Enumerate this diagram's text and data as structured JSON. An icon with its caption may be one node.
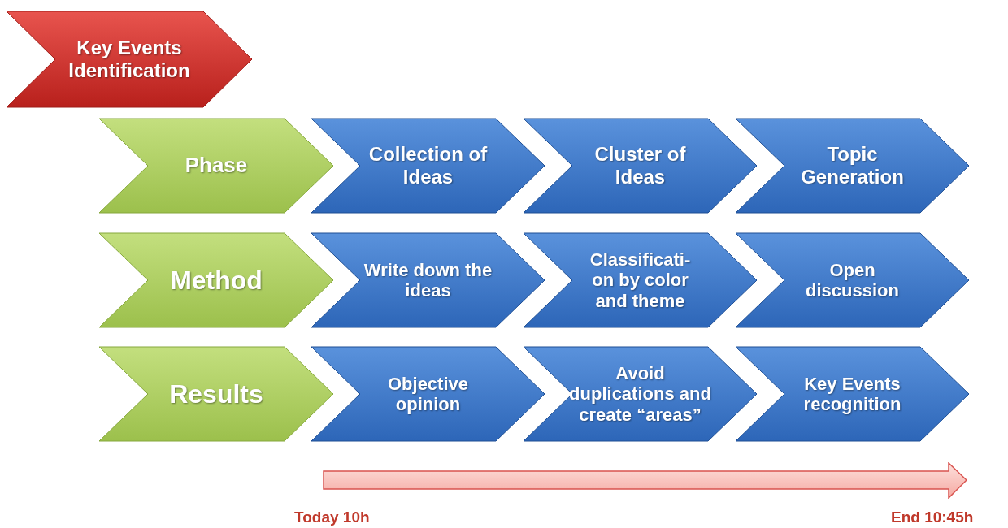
{
  "diagram": {
    "nodes": [
      {
        "text": [
          "Key Events Identification"
        ]
      },
      {
        "text": [
          "Phase"
        ]
      },
      {
        "text": [
          "Collection of Ideas"
        ]
      },
      {
        "text": [
          "Cluster of Ideas"
        ]
      },
      {
        "text": [
          "Topic Generation"
        ]
      },
      {
        "text": [
          "Method"
        ]
      },
      {
        "text": [
          "Write down the ideas"
        ]
      },
      {
        "text": [
          "Classificati- on by color and theme"
        ]
      },
      {
        "text": [
          "Open discussion"
        ]
      },
      {
        "text": [
          "Results"
        ]
      },
      {
        "text": [
          "Objective opinion"
        ]
      },
      {
        "text": [
          "Avoid duplications and create “areas”"
        ]
      },
      {
        "text": [
          "Key Events recognition"
        ]
      }
    ],
    "labels": [
      "Today 10h",
      "End 10:45h"
    ]
  }
}
